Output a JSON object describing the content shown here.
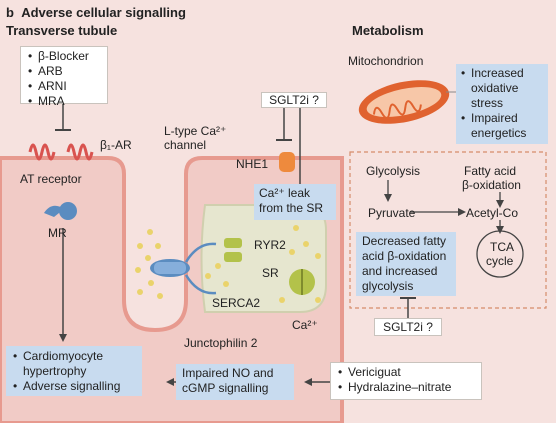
{
  "header": {
    "panel_letter": "b",
    "title": "Adverse cellular signalling",
    "left_heading": "Transverse tubule",
    "right_heading": "Metabolism"
  },
  "drug_box": {
    "items": [
      "β-Blocker",
      "ARB",
      "ARNI",
      "MRA"
    ]
  },
  "labels": {
    "beta1_ar": "β₁-AR",
    "at_receptor": "AT receptor",
    "mr": "MR",
    "l_type_line1": "L-type Ca²⁺",
    "l_type_line2": "channel",
    "nhe1": "NHE1",
    "sglt2i_top": "SGLT2i ?",
    "ryr2": "RYR2",
    "sr": "SR",
    "serca2": "SERCA2",
    "ca": "Ca²⁺",
    "junctophilin": "Junctophilin 2",
    "mitochondrion": "Mitochondrion",
    "glycolysis": "Glycolysis",
    "fatty_acid_line1": "Fatty acid",
    "fatty_acid_line2": "β-oxidation",
    "pyruvate": "Pyruvate",
    "acetyl": "Acetyl-Co",
    "tca_line1": "TCA",
    "tca_line2": "cycle",
    "sglt2i_bottom": "SGLT2i ?"
  },
  "ca_leak_box": {
    "line1": "Ca²⁺ leak",
    "line2": "from the SR"
  },
  "mito_effects": {
    "items": [
      "Increased oxidative stress",
      "Impaired energetics"
    ]
  },
  "metab_box": {
    "line1": "Decreased fatty",
    "line2": "acid β-oxidation",
    "line3": "and increased",
    "line4": "glycolysis"
  },
  "outcome_box": {
    "items": [
      "Cardiomyocyte hypertrophy",
      "Adverse signalling"
    ]
  },
  "no_box": {
    "line1": "Impaired NO and",
    "line2": "cGMP signalling"
  },
  "vericiguat_box": {
    "items": [
      "Vericiguat",
      "Hydralazine–nitrate"
    ]
  },
  "colors": {
    "background": "#f6e2df",
    "cell_fill": "#f1cbc6",
    "cell_border": "#e79a8f",
    "sr_fill": "#e6e6cf",
    "blue_box": "#c8dbef",
    "receptor": "#d9534f",
    "channel": "#5b8cc0",
    "ryr2": "#b3c24a",
    "nhe1": "#ee8a3d",
    "mitochondrion": "#e0622f",
    "ca_dot": "#ead36b"
  }
}
